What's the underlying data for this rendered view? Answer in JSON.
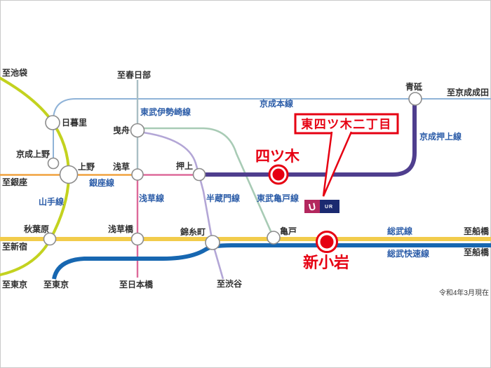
{
  "date_note": "令和4年3月現在",
  "callout": {
    "label": "東四ツ木二丁目"
  },
  "highlights": {
    "yotsugi": "四ツ木",
    "shinkoiwa": "新小岩"
  },
  "stations": {
    "nippori": "日暮里",
    "keisei_ueno": "京成上野",
    "ueno": "上野",
    "hikifune": "曳舟",
    "asakusa": "浅草",
    "oshiage": "押上",
    "aoto": "青砥",
    "akihabara": "秋葉原",
    "asakusabashi": "浅草橋",
    "kinshicho": "錦糸町",
    "kameido": "亀戸"
  },
  "endpoints": {
    "ikebukuro": "至池袋",
    "kasukabe": "至春日部",
    "keisei_narita": "至京成成田",
    "ginza": "至銀座",
    "shinjuku": "至新宿",
    "tokyo_yamanote": "至東京",
    "tokyo_rapid": "至東京",
    "nihombashi": "至日本橋",
    "shibuya": "至渋谷",
    "funabashi_local": "至船橋",
    "funabashi_rapid": "至船橋"
  },
  "lines": {
    "yamanote": {
      "label": "山手線",
      "color": "#c3d21f"
    },
    "keisei_main": {
      "label": "京成本線",
      "color": "#8fb3d8"
    },
    "tobu_isesaki": {
      "label": "東武伊勢崎線",
      "color": "#a9bfc4"
    },
    "ginza": {
      "label": "銀座線",
      "color": "#f0a23e"
    },
    "asakusa_line": {
      "label": "浅草線",
      "color": "#dd6a9a"
    },
    "hanzomon": {
      "label": "半蔵門線",
      "color": "#b3a6d6"
    },
    "tobu_kameido": {
      "label": "東武亀戸線",
      "color": "#a8cbb5"
    },
    "keisei_oshiage": {
      "label": "京成押上線",
      "color": "#4f3e8e"
    },
    "sobu_local": {
      "label": "総武線",
      "color": "#f2cc4b"
    },
    "sobu_rapid": {
      "label": "総武快速線",
      "color": "#1767b1"
    }
  },
  "ur_logo": {
    "u": "U",
    "ur": "UR",
    "crimson": "#b3275e",
    "navy": "#1b2a70"
  },
  "colors": {
    "highlight": "#e60012",
    "station_text": "#2f2f2f",
    "line_text": "#2b5ca8",
    "station_stroke": "#8c8c8c",
    "frame": "#c9c9c9"
  }
}
